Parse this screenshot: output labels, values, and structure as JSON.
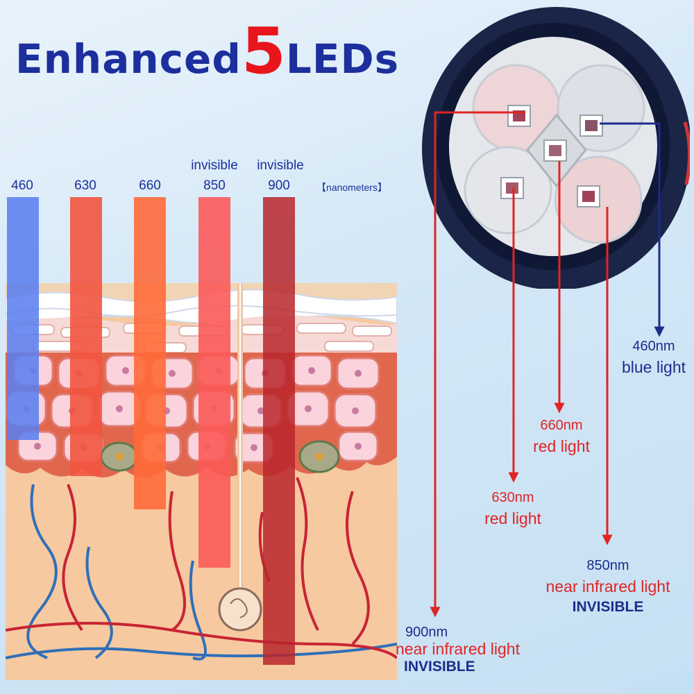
{
  "title": {
    "part1": "Enhanced",
    "number": "5",
    "part2": "LEDs"
  },
  "wavelength_columns": [
    {
      "value": "460",
      "tag": "",
      "color": "#5b7ff0"
    },
    {
      "value": "630",
      "tag": "",
      "color": "#f2543f"
    },
    {
      "value": "660",
      "tag": "",
      "color": "#ff6a3a"
    },
    {
      "value": "850",
      "tag": "invisible",
      "color": "#fb5a58"
    },
    {
      "value": "900",
      "tag": "invisible",
      "color": "#b8262c"
    }
  ],
  "unit_label": "【nanometers】",
  "annotations": {
    "blue460": {
      "nm": "460nm",
      "desc": "blue light"
    },
    "red660": {
      "nm": "660nm",
      "desc": "red light"
    },
    "red630": {
      "nm": "630nm",
      "desc": "red light"
    },
    "nir850": {
      "nm": "850nm",
      "desc": "near infrared light",
      "inv": "INVISIBLE"
    },
    "nir900": {
      "nm": "900nm",
      "desc": "near infrared light",
      "inv": "INVISIBLE"
    }
  },
  "colors": {
    "title_blue": "#1c2f9c",
    "title_red": "#e8161c",
    "lead_red": "#e02424",
    "lead_navy": "#1c2c8c"
  }
}
